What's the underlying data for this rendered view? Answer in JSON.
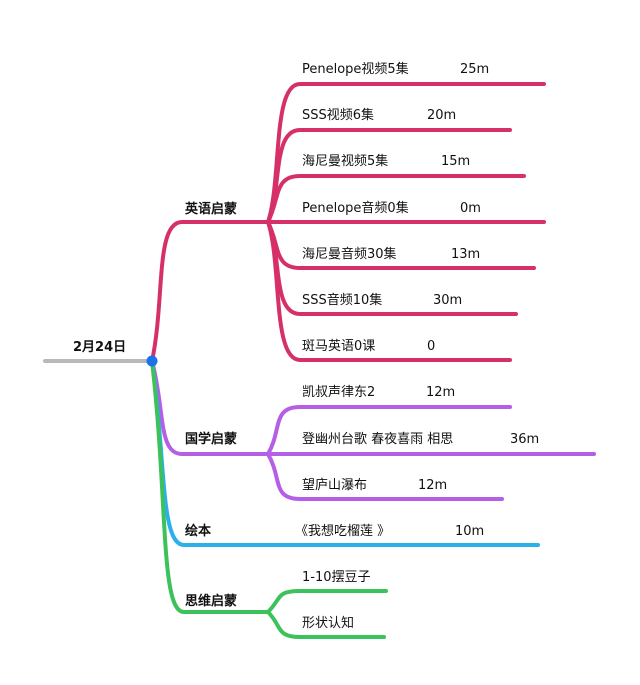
{
  "root": {
    "label": "2月24日"
  },
  "branches": [
    {
      "label": "英语启蒙",
      "color": "#d63069",
      "items": [
        {
          "label": "Penelope视频5集",
          "value": "25m"
        },
        {
          "label": "SSS视频6集",
          "value": "20m"
        },
        {
          "label": "海尼曼视频5集",
          "value": "15m"
        },
        {
          "label": "Penelope音频0集",
          "value": "0m"
        },
        {
          "label": "海尼曼音频30集",
          "value": "13m"
        },
        {
          "label": "SSS音频10集",
          "value": "30m"
        },
        {
          "label": "斑马英语0课",
          "value": "0"
        }
      ]
    },
    {
      "label": "国学启蒙",
      "color": "#b55ee6",
      "items": [
        {
          "label": "凯叔声律东2",
          "value": "12m"
        },
        {
          "label": "登幽州台歌 春夜喜雨 相思",
          "value": "36m"
        },
        {
          "label": "望庐山瀑布",
          "value": "12m"
        }
      ]
    },
    {
      "label": "绘本",
      "color": "#2bb0ec",
      "items": [
        {
          "label": "《我想吃榴莲 》",
          "value": "10m"
        }
      ]
    },
    {
      "label": "思维启蒙",
      "color": "#3cc25a",
      "items": [
        {
          "label": "1-10摆豆子",
          "value": ""
        },
        {
          "label": "形状认知",
          "value": ""
        }
      ]
    }
  ]
}
